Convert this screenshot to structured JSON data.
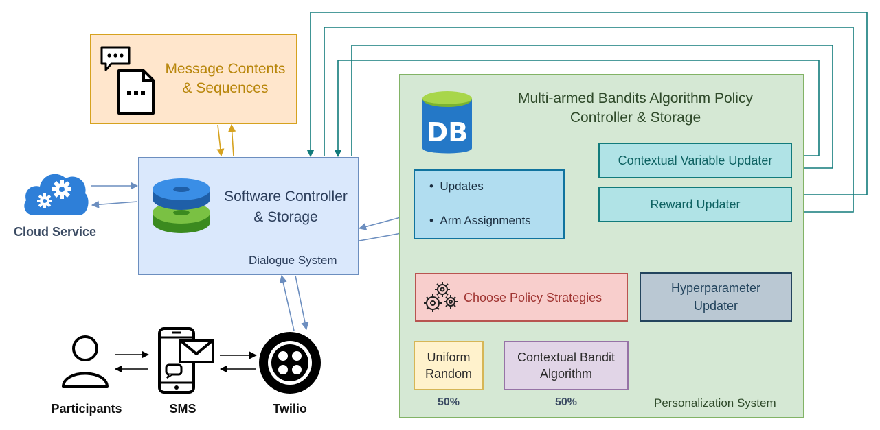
{
  "message": {
    "line1": "Message Contents",
    "line2": "& Sequences"
  },
  "cloud": {
    "label": "Cloud Service"
  },
  "software": {
    "line1": "Software Controller",
    "line2": "& Storage",
    "system_label": "Dialogue System"
  },
  "personalization": {
    "title_line1": "Multi-armed Bandits Algorithm Policy",
    "title_line2": "Controller & Storage",
    "system_label": "Personalization System",
    "db_label": "DB"
  },
  "updates_box": {
    "item1": "Updates",
    "item2": "Arm Assignments"
  },
  "contextual_updater": {
    "label": "Contextual Variable Updater"
  },
  "reward_updater": {
    "label": "Reward Updater"
  },
  "hyper_updater": {
    "line1": "Hyperparameter",
    "line2": "Updater"
  },
  "policy": {
    "label": "Choose Policy Strategies"
  },
  "uniform": {
    "line1": "Uniform",
    "line2": "Random",
    "pct": "50%"
  },
  "bandit": {
    "line1": "Contextual Bandit",
    "line2": "Algorithm",
    "pct": "50%"
  },
  "bottom": {
    "participants": "Participants",
    "sms": "SMS",
    "twilio": "Twilio"
  },
  "colors": {
    "orange": "#d6a21f",
    "blue": "#6c8ebf",
    "teal": "#127b7b",
    "green": "#82b366",
    "red": "#b85450",
    "purple": "#9673a6",
    "navy": "#23445d"
  }
}
